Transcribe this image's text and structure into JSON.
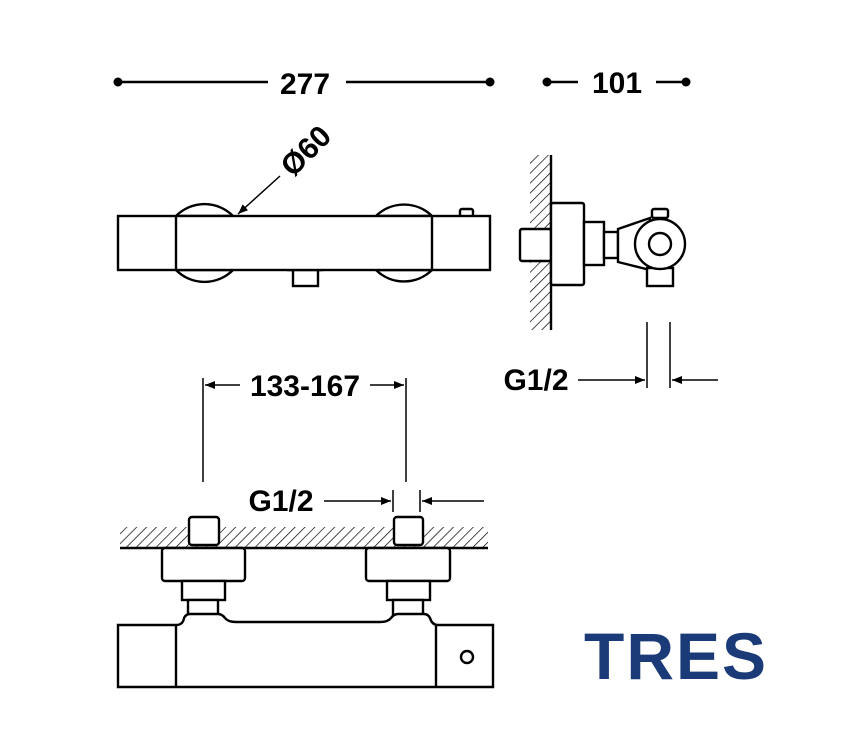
{
  "dimensions": {
    "width_total": "277",
    "depth_total": "101",
    "knob_diameter": "Ø60",
    "inlet_centers": "133-167",
    "thread_side": "G1/2",
    "thread_bottom": "G1/2"
  },
  "logo": {
    "text": "TRES",
    "color": "#1b3a78"
  }
}
